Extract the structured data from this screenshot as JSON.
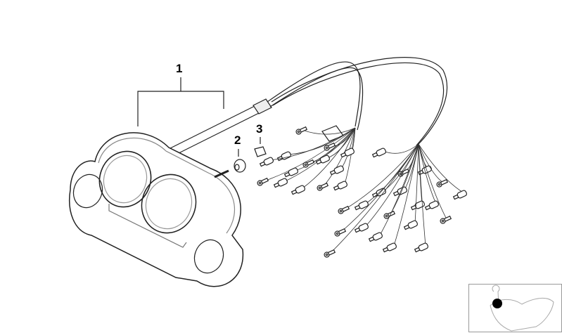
{
  "diagram": {
    "callouts": [
      {
        "id": "1",
        "label": "1"
      },
      {
        "id": "2",
        "label": "2"
      },
      {
        "id": "3",
        "label": "3"
      }
    ],
    "parts": [
      "instrument-cluster",
      "wiring-harness",
      "grommet",
      "clip"
    ],
    "thumbnail": "motorcycle-location-overview"
  }
}
